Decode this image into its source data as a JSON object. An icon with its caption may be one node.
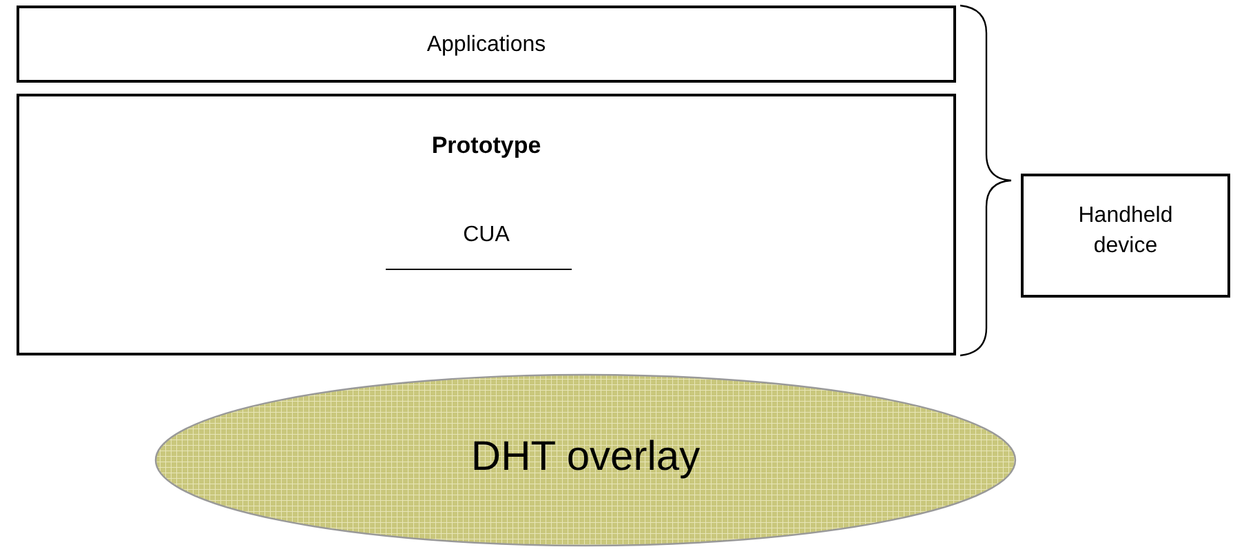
{
  "diagram": {
    "nodes": [
      {
        "text": [
          "Applications"
        ]
      },
      {
        "text": [
          "Prototype",
          "CUA"
        ]
      },
      {
        "text": [
          "Handheld device"
        ]
      },
      {
        "text": [
          "DHT overlay"
        ]
      }
    ]
  }
}
